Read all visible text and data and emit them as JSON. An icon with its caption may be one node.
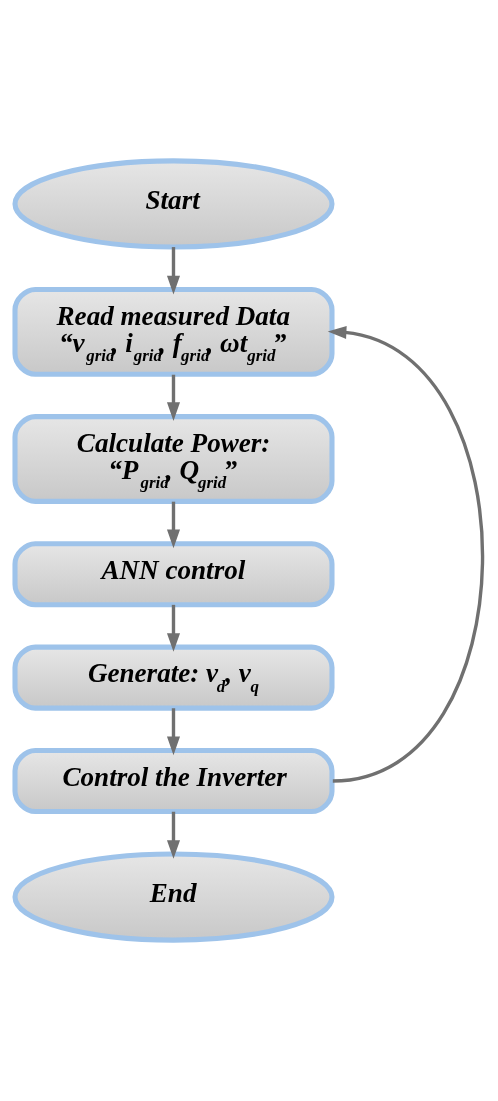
{
  "diagram": {
    "nodes": [
      {
        "text": [
          "Start"
        ]
      },
      {
        "text": [
          "Read measured Data",
          "“v$_{grid}$, i$_{grid}$, f$_{grid}$, ωt$_{grid}$”"
        ]
      },
      {
        "text": [
          "Calculate Power:",
          "“P$_{grid}$, Q$_{grid}$”"
        ]
      },
      {
        "text": [
          "ANN control"
        ]
      },
      {
        "text": [
          "Generate: v$_{d}$, v$_{q}$"
        ]
      },
      {
        "text": [
          "Control the Inverter"
        ]
      },
      {
        "text": [
          "End"
        ]
      }
    ],
    "edges": [
      {
        "from": 0,
        "to": 1,
        "arrow": "to"
      },
      {
        "from": 1,
        "to": 2,
        "arrow": "to"
      },
      {
        "from": 2,
        "to": 3,
        "arrow": "to"
      },
      {
        "from": 3,
        "to": 4,
        "arrow": "to"
      },
      {
        "from": 4,
        "to": 5,
        "arrow": "to"
      },
      {
        "from": 5,
        "to": 6,
        "arrow": "to"
      },
      {
        "from": 5,
        "to": 1,
        "arrow": "to"
      }
    ]
  }
}
